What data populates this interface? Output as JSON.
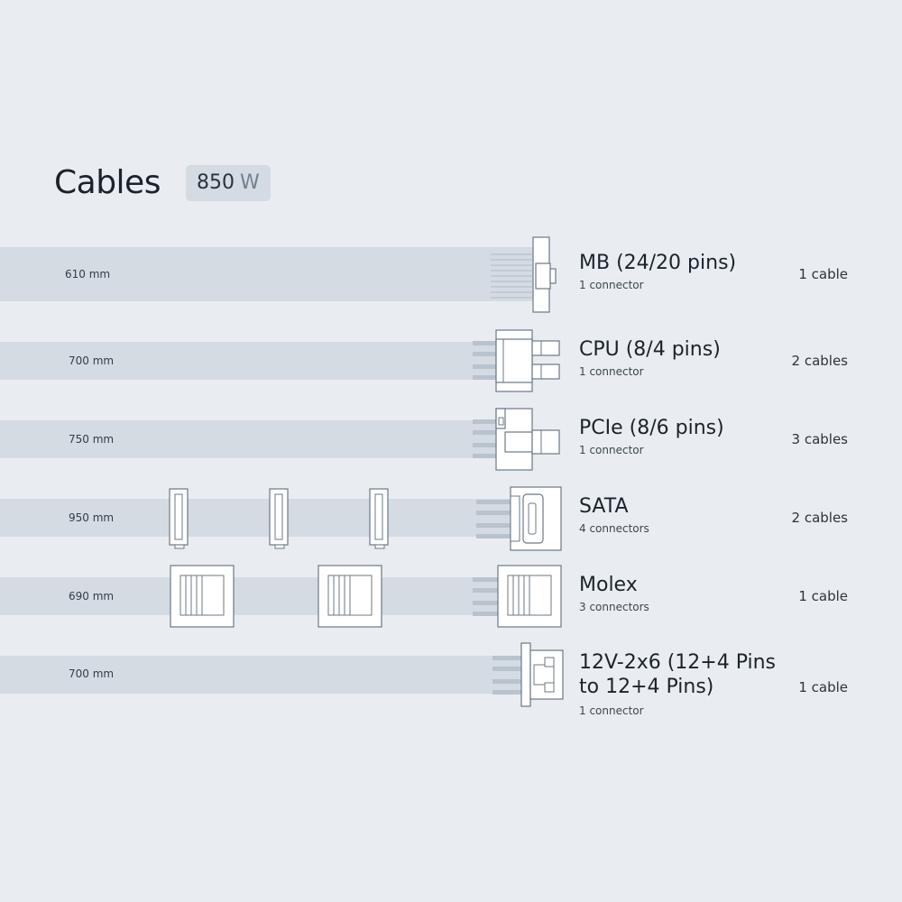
{
  "header": {
    "title": "Cables",
    "wattage_value": "850",
    "wattage_unit": "W"
  },
  "cables": [
    {
      "name": "MB (24/20 pins)",
      "connectors": "1 connector",
      "length": "610 mm",
      "count": "1 cable",
      "connector_icon": "atx-24pin-connector-icon"
    },
    {
      "name": "CPU (8/4 pins)",
      "connectors": "1 connector",
      "length": "700 mm",
      "count": "2 cables",
      "connector_icon": "eps-8pin-connector-icon"
    },
    {
      "name": "PCIe (8/6 pins)",
      "connectors": "1 connector",
      "length": "750 mm",
      "count": "3 cables",
      "connector_icon": "pcie-8pin-connector-icon"
    },
    {
      "name": "SATA",
      "connectors": "4 connectors",
      "length": "950 mm",
      "count": "2 cables",
      "connector_icon": "sata-power-connector-icon"
    },
    {
      "name": "Molex",
      "connectors": "3 connectors",
      "length": "690 mm",
      "count": "1 cable",
      "connector_icon": "molex-connector-icon"
    },
    {
      "name_line1": "12V-2x6 (12+4 Pins",
      "name_line2": "to 12+4 Pins)",
      "connectors": "1 connector",
      "length": "700 mm",
      "count": "1 cable",
      "connector_icon": "12v-2x6-connector-icon"
    }
  ],
  "colors": {
    "background": "#e9edf1",
    "cable": "#d4dbe2",
    "connector_stroke": "#6b7986",
    "connector_fill": "#ffffff"
  }
}
